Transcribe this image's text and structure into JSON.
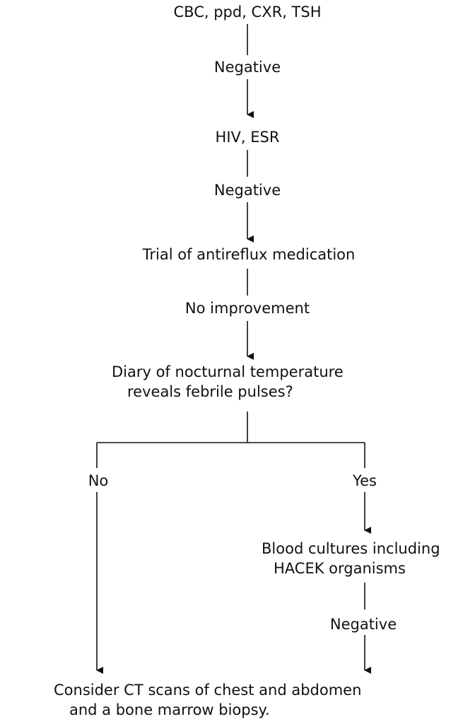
{
  "flowchart": {
    "initial_tests": "CBC, ppd, CXR, TSH",
    "result_1": "Negative",
    "second_tests": "HIV, ESR",
    "result_2": "Negative",
    "trial": "Trial of antireflux medication",
    "result_3": "No improvement",
    "question": {
      "line1": "Diary of nocturnal temperature",
      "line2": "reveals febrile pulses?"
    },
    "branch_no": "No",
    "branch_yes": "Yes",
    "blood_cultures": {
      "line1": "Blood cultures including",
      "line2": "HACEK organisms"
    },
    "result_4": "Negative",
    "final": {
      "line1": "Consider CT scans of chest and abdomen",
      "line2": "and a bone marrow biopsy."
    }
  },
  "colors": {
    "line": "#111111",
    "background": "#ffffff"
  }
}
